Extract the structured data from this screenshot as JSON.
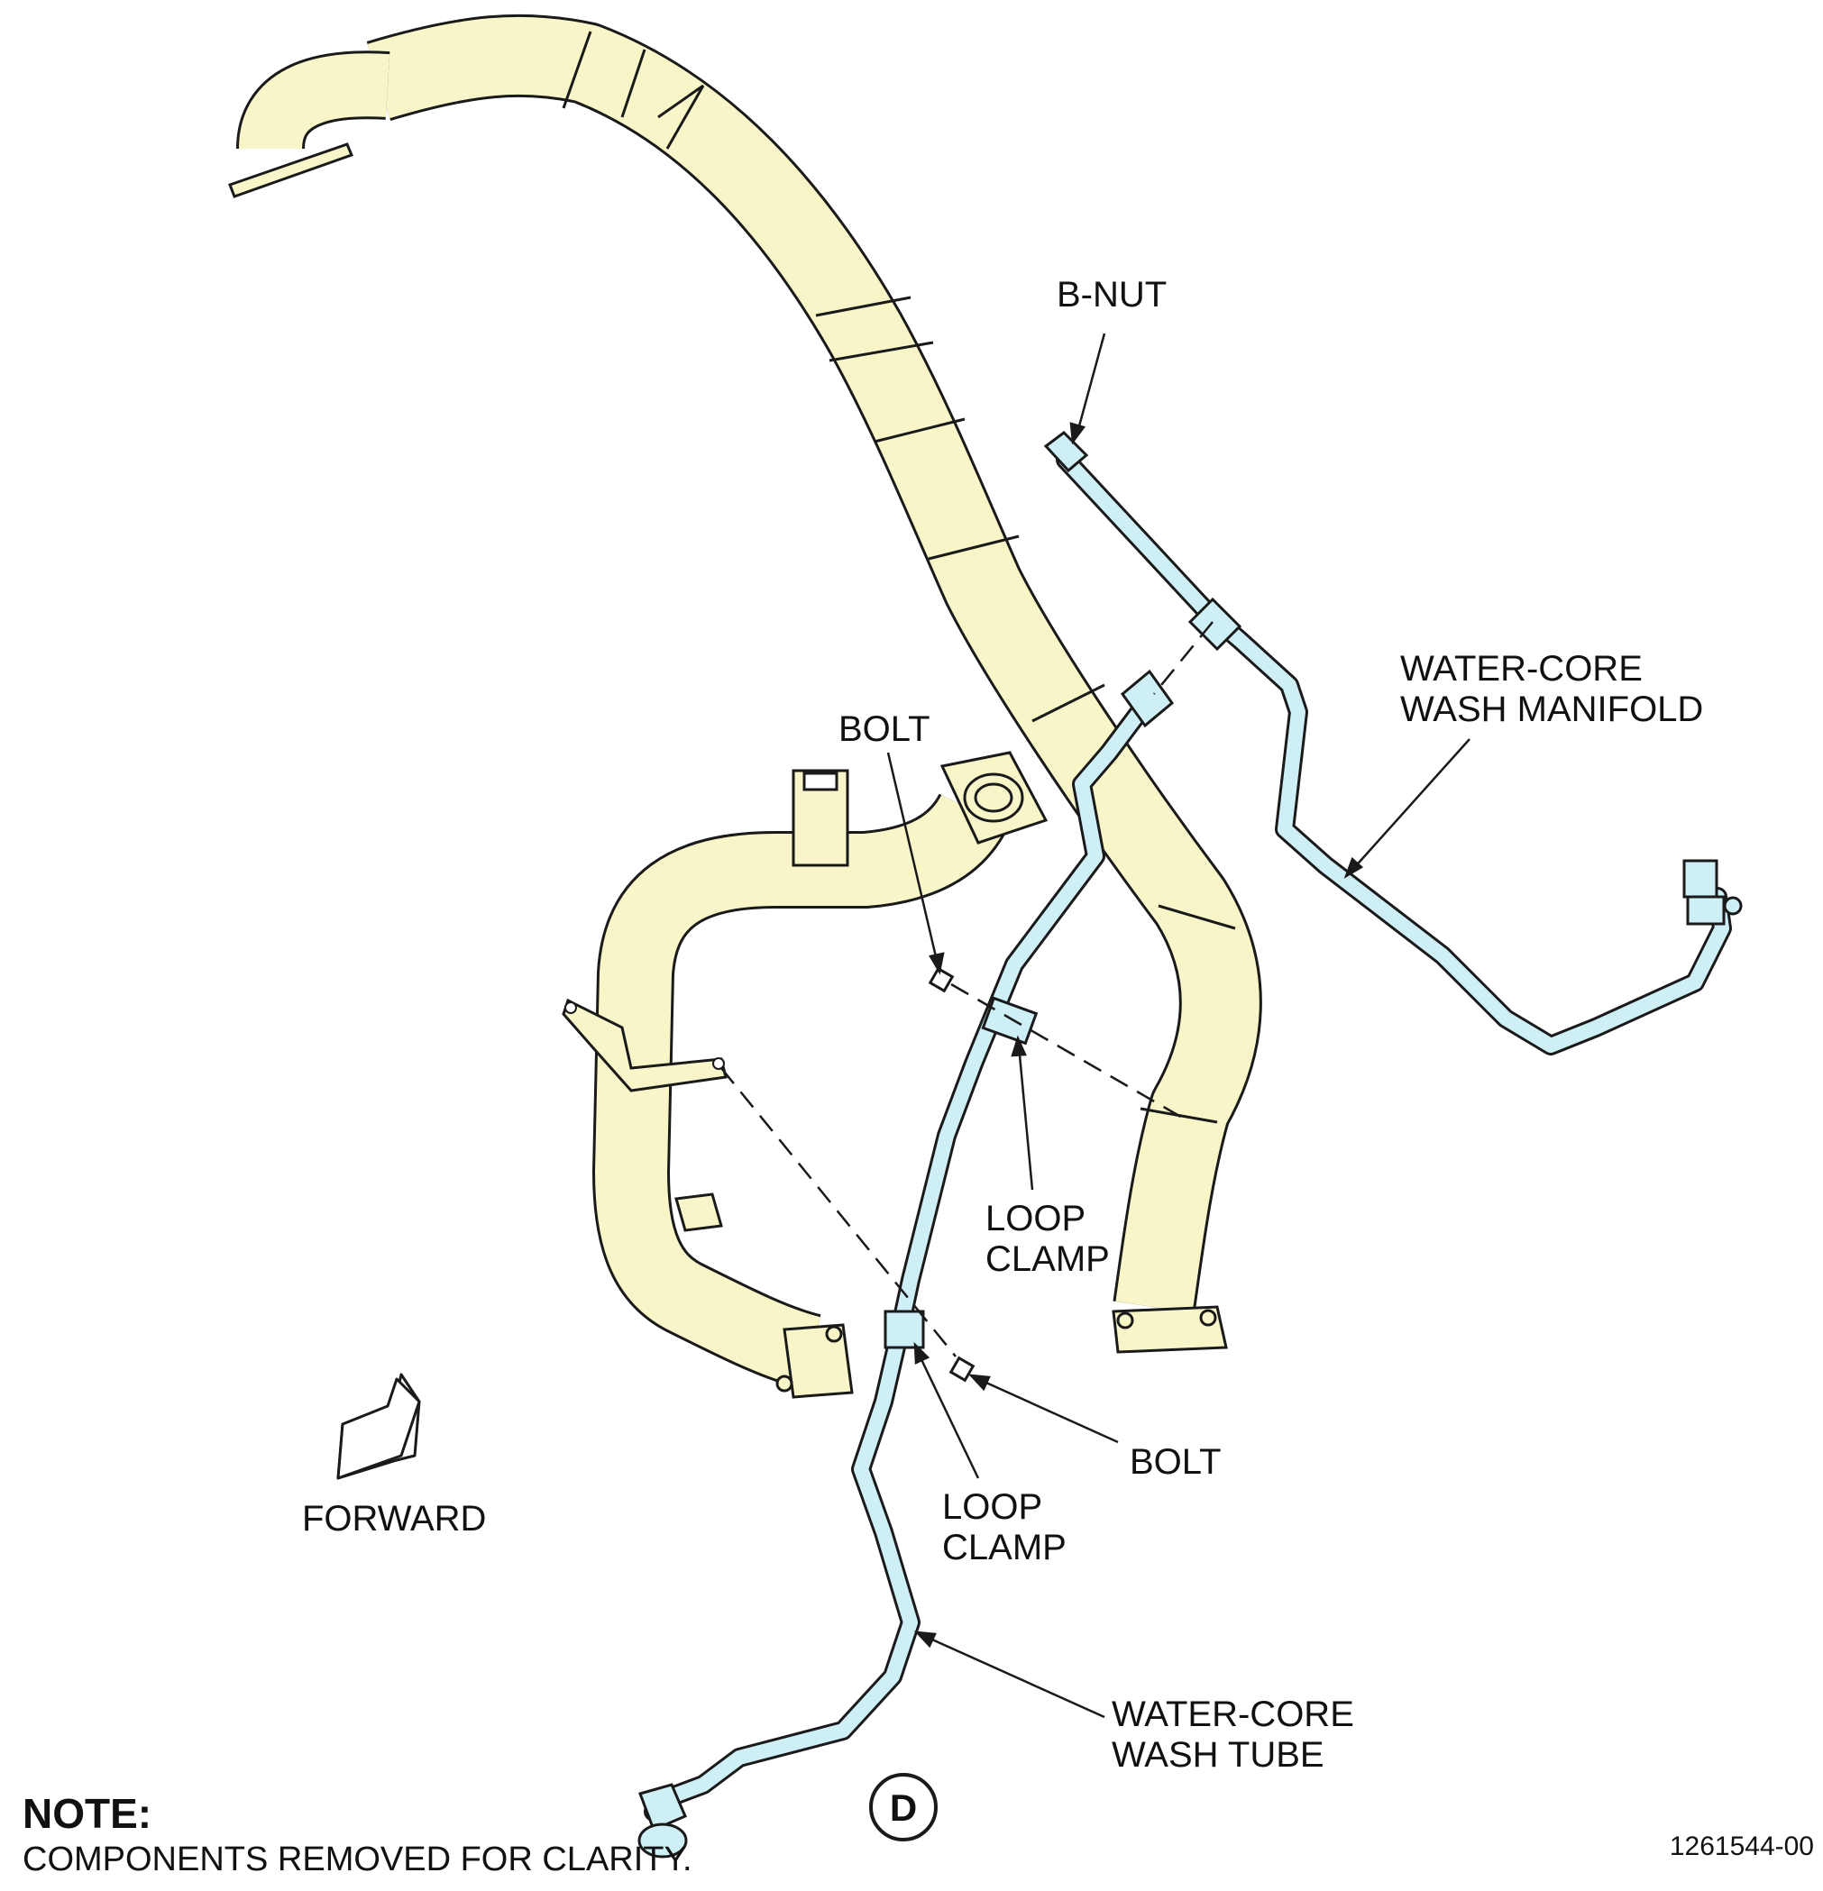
{
  "colors": {
    "duct_fill": "#f8f6c8",
    "tube_fill": "#cfeff6",
    "outline": "#1a1a1a",
    "background": "#ffffff"
  },
  "labels": {
    "b_nut": "B-NUT",
    "manifold_line1": "WATER-CORE",
    "manifold_line2": "WASH MANIFOLD",
    "bolt_upper": "BOLT",
    "loop_clamp_upper_line1": "LOOP",
    "loop_clamp_upper_line2": "CLAMP",
    "bolt_lower": "BOLT",
    "loop_clamp_lower_line1": "LOOP",
    "loop_clamp_lower_line2": "CLAMP",
    "tube_line1": "WATER-CORE",
    "tube_line2": "WASH TUBE",
    "forward": "FORWARD"
  },
  "note": {
    "title": "NOTE:",
    "text": "COMPONENTS REMOVED FOR CLARITY."
  },
  "detail_marker": "D",
  "figure_id": "1261544-00",
  "icons": {
    "forward_arrow": "forward-arrow-icon"
  }
}
